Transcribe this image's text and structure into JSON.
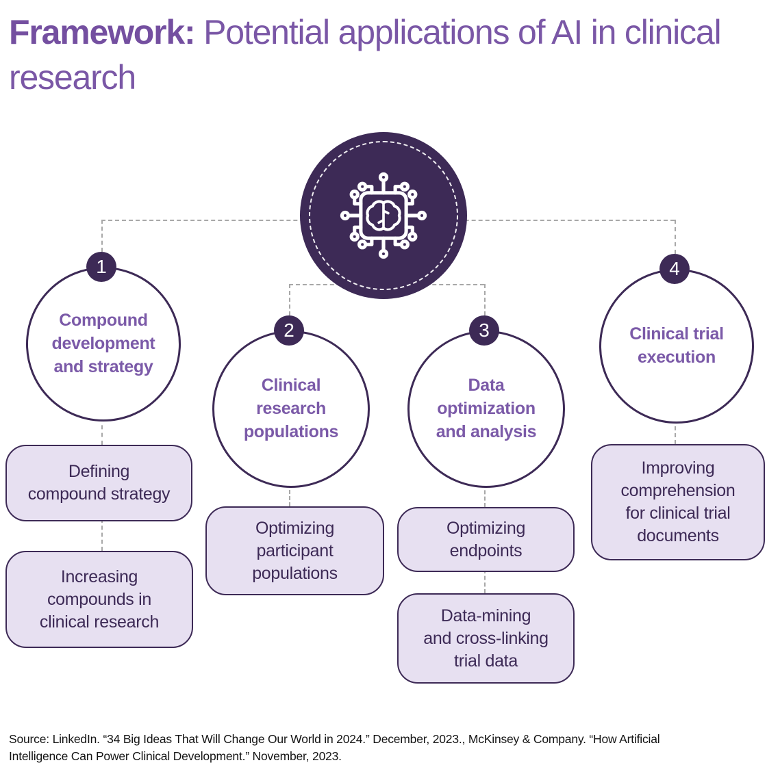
{
  "title": {
    "emphasis": "Framework:",
    "rest": " Potential applications of AI in clinical research"
  },
  "hub": {
    "icon": "ai-brain-chip"
  },
  "pillars": [
    {
      "number": "1",
      "label": "Compound\ndevelopment\nand strategy",
      "boxes": [
        "Defining\ncompound strategy",
        "Increasing\ncompounds in\nclinical research"
      ]
    },
    {
      "number": "2",
      "label": "Clinical\nresearch\npopulations",
      "boxes": [
        "Optimizing\nparticipant\npopulations"
      ]
    },
    {
      "number": "3",
      "label": "Data\noptimization\nand analysis",
      "boxes": [
        "Optimizing\nendpoints",
        "Data-mining\nand cross-linking\ntrial data"
      ]
    },
    {
      "number": "4",
      "label": "Clinical trial\nexecution",
      "boxes": [
        "Improving\ncomprehension\nfor clinical trial\ndocuments"
      ]
    }
  ],
  "source": "Source: LinkedIn. “34 Big Ideas That Will Change Our World in 2024.” December, 2023., McKinsey & Company. “How Artificial\nIntelligence Can Power Clinical Development.” November, 2023.",
  "colors": {
    "dark_purple": "#3d2a56",
    "accent_purple": "#7a57a6",
    "box_fill": "#e7e0f1",
    "connector_gray": "#a8a8a8"
  }
}
